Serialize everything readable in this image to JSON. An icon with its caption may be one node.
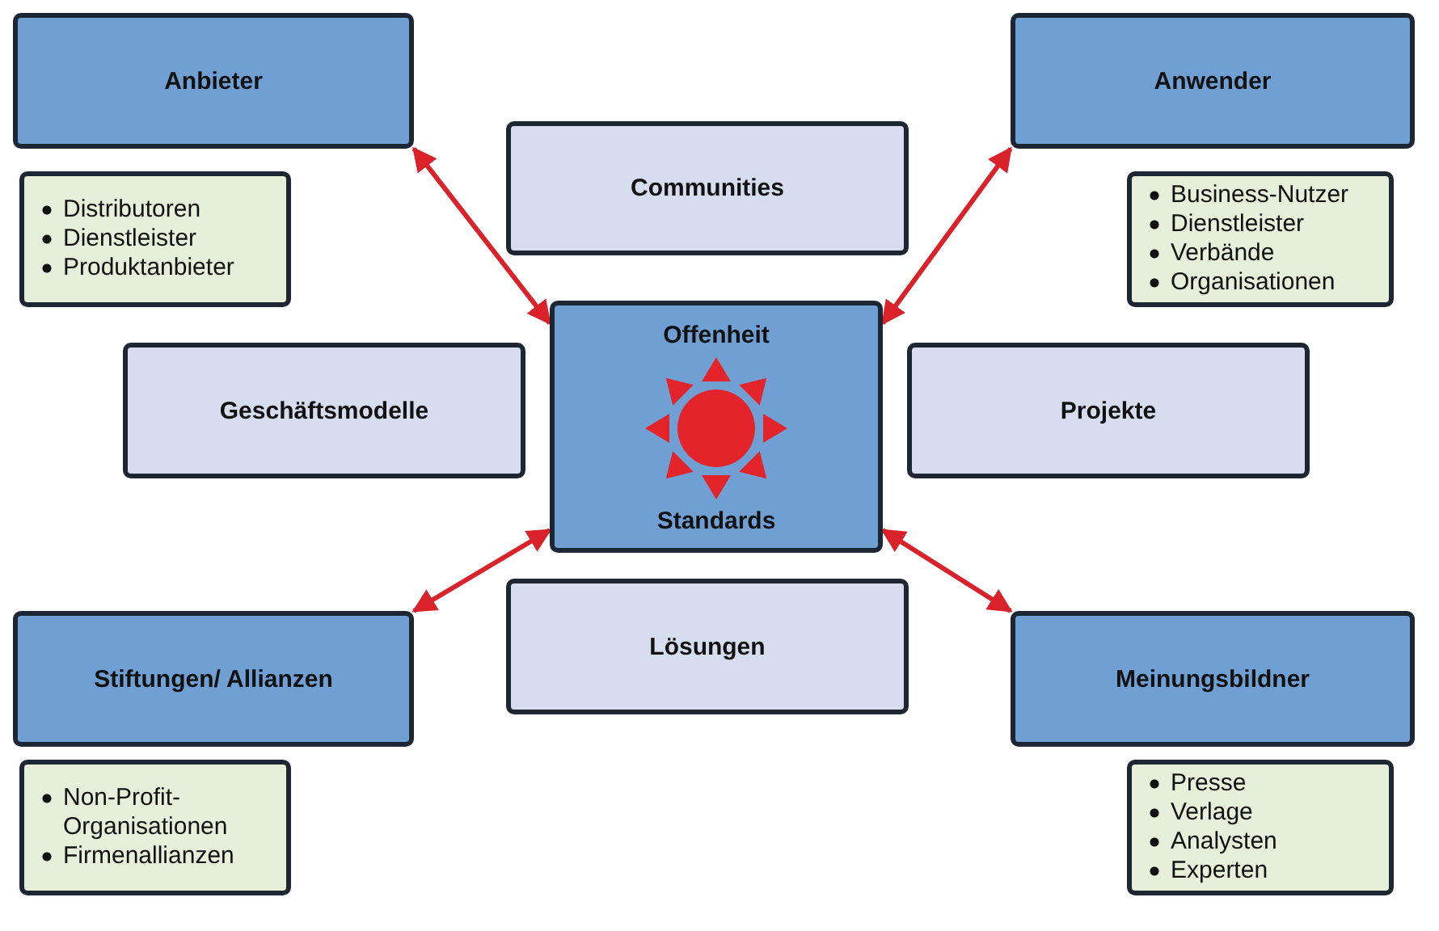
{
  "diagram": {
    "nodes": [
      {
        "text": [
          "Anbieter"
        ]
      },
      {
        "text": [
          "Distributoren",
          "Dienstleister",
          "Produktanbieter"
        ]
      },
      {
        "text": [
          "Communities"
        ]
      },
      {
        "text": [
          "Anwender"
        ]
      },
      {
        "text": [
          "Business-Nutzer",
          "Dienstleister",
          "Verbände",
          "Organisationen"
        ]
      },
      {
        "text": [
          "Geschäftsmodelle"
        ]
      },
      {
        "text": [
          "Offenheit",
          "Standards"
        ]
      },
      {
        "text": [
          "Projekte"
        ]
      },
      {
        "text": [
          "Stiftungen/ Allianzen"
        ]
      },
      {
        "text": [
          "Non-Profit-Organisationen",
          "Firmenallianzen"
        ]
      },
      {
        "text": [
          "Lösungen"
        ]
      },
      {
        "text": [
          "Meinungsbildner"
        ]
      },
      {
        "text": [
          "Presse",
          "Verlage",
          "Analysten",
          "Experten"
        ]
      }
    ],
    "edges": [
      {
        "from": 6,
        "to": 0,
        "arrow": "both"
      },
      {
        "from": 6,
        "to": 3,
        "arrow": "both"
      },
      {
        "from": 6,
        "to": 8,
        "arrow": "both"
      },
      {
        "from": 6,
        "to": 11,
        "arrow": "both"
      }
    ]
  }
}
